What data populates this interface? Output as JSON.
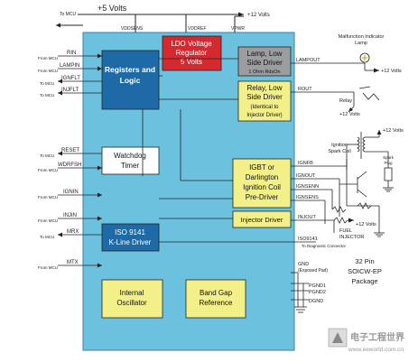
{
  "colors": {
    "chip": "#6cc2de",
    "chip_stroke": "#3b7fa6",
    "regs": "#1d6aa6",
    "ldo": "#d6282f",
    "lamp": "#9c9da0",
    "yellow": "#f3f08a",
    "white": "#ffffff",
    "line": "#222222"
  },
  "supply": {
    "top_rail": "+5 Volts",
    "to_mcu": "To MCU",
    "vddsens": "VDDSENS",
    "vddref": "VDDREF",
    "vpwr": "VPWR",
    "plus12_top": "+12 Volts"
  },
  "blocks": {
    "ldo": [
      "LDO Voltage",
      "Regulator",
      "5 Volts"
    ],
    "registers": [
      "Registers and",
      "Logic"
    ],
    "lamp_driver": [
      "Lamp, Low",
      "Side Driver"
    ],
    "lamp_rdson": "1 Ohm RdsOn",
    "relay_driver": [
      "Relay, Low",
      "Side Driver"
    ],
    "relay_note": [
      "(Identical to",
      "Injector Driver)"
    ],
    "watchdog": [
      "Watchdog",
      "Timer"
    ],
    "igbt": [
      "IGBT or",
      "Darlington",
      "Ignition Coil",
      "Pre-Driver"
    ],
    "injector_driver": "Injector Driver",
    "iso": [
      "ISO 9141",
      "K-Line Driver"
    ],
    "oscillator": [
      "Internal",
      "Oscillator"
    ],
    "bandgap": [
      "Band Gap",
      "Reference"
    ]
  },
  "left_pins": [
    {
      "name": "RIN",
      "dir": "From MCU"
    },
    {
      "name": "LAMPIN",
      "dir": "From MCU"
    },
    {
      "name": "IGNFLT",
      "dir": "To MCU"
    },
    {
      "name": "INJFLT",
      "dir": "To MCU"
    },
    {
      "name": "RESET",
      "dir": "To MCU"
    },
    {
      "name": "WDRFSH",
      "dir": "From MCU"
    },
    {
      "name": "IGNIN",
      "dir": "From MCU"
    },
    {
      "name": "INJIN",
      "dir": "From MCU"
    },
    {
      "name": "MRX",
      "dir": "To MCU"
    },
    {
      "name": "MTX",
      "dir": "From MCU"
    }
  ],
  "right_pins": {
    "lampout": "LAMPOUT",
    "rout": "ROUT",
    "ignfb": "IGNFB",
    "ignout": "IGNOUT",
    "ignsenn": "IGNSENN",
    "ignsens": "IGNSENS",
    "injout": "INJOUT",
    "iso9141": "ISO9141",
    "gnd": "GND",
    "exposed_pad": "(Exposed Pad)",
    "pgnd1": "PGND1",
    "pgnd2": "PGND2",
    "dgnd": "DGND"
  },
  "external": {
    "mil_title": [
      "Malfunction Indicator",
      "Lamp"
    ],
    "plus12_lamp": "+12 Volts",
    "relay": "Relay",
    "plus12_relay": "+12 Volts",
    "plus12_ign": "+12 Volts",
    "ignition_coil": [
      "Ignition",
      "Spark Coil"
    ],
    "spark_plug": [
      "Spark",
      "Plug"
    ],
    "plus12_inj": "+12 Volts",
    "fuel_injector": [
      "FUEL",
      "INJECTOR"
    ],
    "to_diag": "To Diagnostic Connector"
  },
  "package": [
    "32  Pin",
    "SOICW-EP",
    "Package"
  ],
  "watermark": {
    "cn": "电子工程世界",
    "url": "www.eeworld.com.cn"
  }
}
